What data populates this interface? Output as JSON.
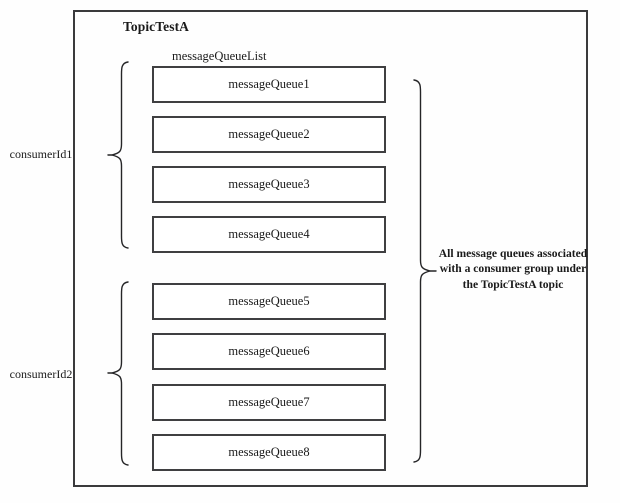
{
  "diagram": {
    "topic": {
      "title": "TopicTestA",
      "list_label": "messageQueueList"
    },
    "queues": [
      {
        "label": "messageQueue1"
      },
      {
        "label": "messageQueue2"
      },
      {
        "label": "messageQueue3"
      },
      {
        "label": "messageQueue4"
      },
      {
        "label": "messageQueue5"
      },
      {
        "label": "messageQueue6"
      },
      {
        "label": "messageQueue7"
      },
      {
        "label": "messageQueue8"
      }
    ],
    "consumers": [
      {
        "label": "consumerId1"
      },
      {
        "label": "consumerId2"
      }
    ],
    "summary": {
      "line1": "All message queues associated",
      "line2": "with a consumer group under",
      "line3": "the TopicTestA topic"
    },
    "colors": {
      "background": "#fefefe",
      "outer_border": "#3a3a3c",
      "box_border": "#3f3f41",
      "brace_stroke": "#252527",
      "text": "#1a1a1a"
    }
  }
}
